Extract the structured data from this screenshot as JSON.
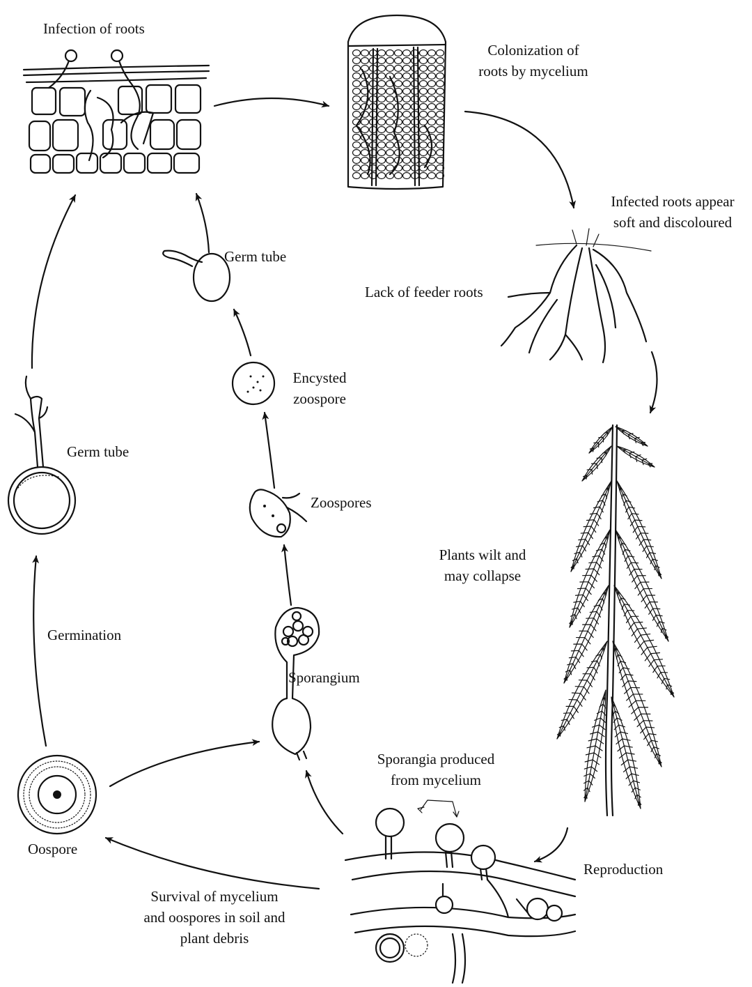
{
  "colors": {
    "ink": "#111111",
    "paper": "#ffffff"
  },
  "labels": {
    "infection_of_roots": "Infection of roots",
    "colonization": [
      "Colonization of",
      "roots by mycelium"
    ],
    "infected_roots": [
      "Infected roots appear",
      "soft and discoloured"
    ],
    "lack_feeder_roots": "Lack of feeder roots",
    "germ_tube_upper": "Germ tube",
    "encysted_zoospore": [
      "Encysted",
      "zoospore"
    ],
    "germ_tube_left": "Germ tube",
    "zoospores": "Zoospores",
    "plants_wilt": [
      "Plants wilt and",
      "may collapse"
    ],
    "germination": "Germination",
    "sporangium": "Sporangium",
    "sporangia_produced": [
      "Sporangia produced",
      "from mycelium"
    ],
    "oospore": "Oospore",
    "reproduction": "Reproduction",
    "survival": [
      "Survival of mycelium",
      "and oospores in soil and",
      "plant debris"
    ]
  },
  "icons": {
    "root_cross_section": "root-cross-section-icon",
    "root_block": "colonized-root-block-icon",
    "root_system": "root-system-icon",
    "plant": "wilting-plant-icon",
    "mycelium": "mycelium-sporangia-icon",
    "oospore": "oospore-icon",
    "germinating_oospore": "germinating-oospore-icon",
    "sporangium": "sporangium-icon",
    "zoospore": "zoospore-icon",
    "encysted_zoospore": "encysted-zoospore-icon",
    "germ_tube": "germ-tube-icon"
  }
}
